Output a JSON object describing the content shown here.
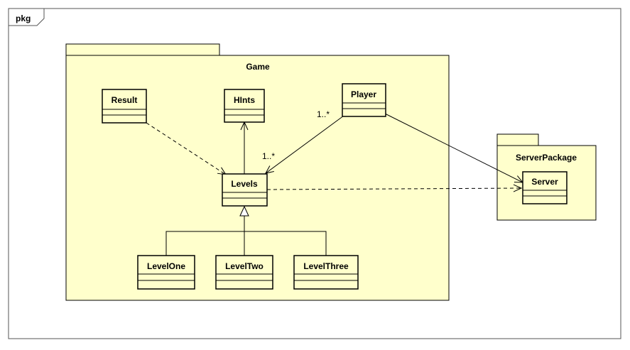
{
  "frame": {
    "label": "pkg"
  },
  "packages": {
    "game": {
      "name": "Game"
    },
    "server_package": {
      "name": "ServerPackage"
    }
  },
  "classes": {
    "result": "Result",
    "hints": "HInts",
    "player": "Player",
    "levels": "Levels",
    "level_one": "LevelOne",
    "level_two": "LevelTwo",
    "level_three": "LevelThree",
    "server": "Server"
  },
  "multiplicities": {
    "player_end": "1..*",
    "levels_end": "1..*"
  },
  "colors": {
    "package_fill": "#ffffcc",
    "stroke": "#000000",
    "frame_stroke": "#555555"
  }
}
